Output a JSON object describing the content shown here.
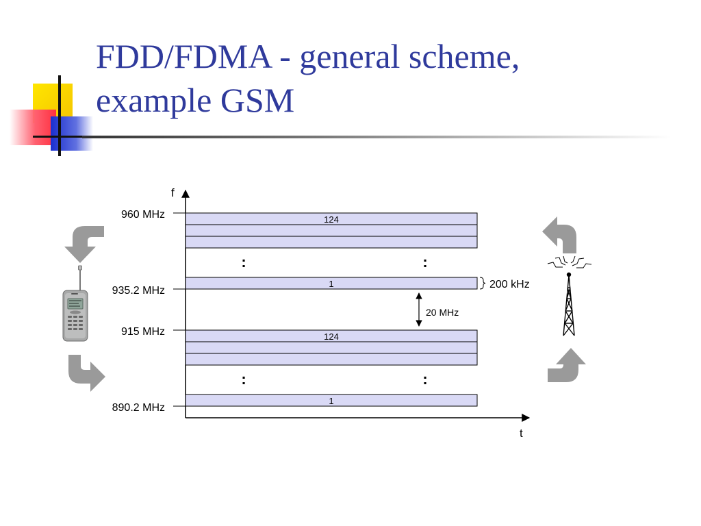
{
  "title": {
    "line1": "FDD/FDMA - general scheme,",
    "line2": "example GSM"
  },
  "axes": {
    "y_label": "f",
    "x_label": "t"
  },
  "frequency_labels": {
    "f960": "960 MHz",
    "f935": "935.2 MHz",
    "f915": "915 MHz",
    "f890": "890.2 MHz"
  },
  "channel_labels": {
    "downlink_top": "124",
    "downlink_bottom": "1",
    "uplink_top": "124",
    "uplink_bottom": "1"
  },
  "dimensions": {
    "channel_width": "200 kHz",
    "duplex_spacing": "20 MHz"
  },
  "ellipsis": ":",
  "icons": {
    "mobile": "mobile-phone-icon",
    "tower": "base-station-tower-icon",
    "arrows": "curved-arrow-icon"
  },
  "colors": {
    "title": "#2f3a9c",
    "band_fill": "#d9d9f5",
    "arrow_gray": "#9a9a9a"
  }
}
